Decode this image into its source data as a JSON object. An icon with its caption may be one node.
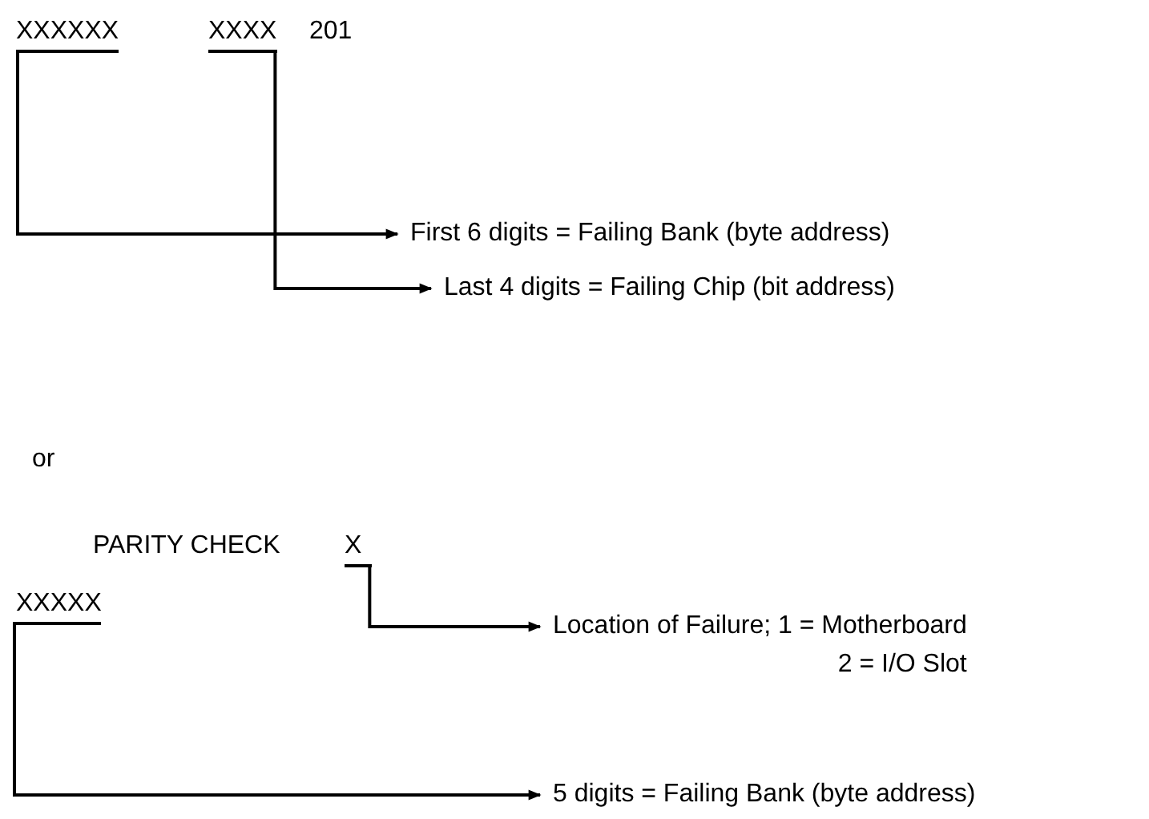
{
  "diagram": {
    "nodes": [
      {
        "text": [
          "XXXXXX"
        ]
      },
      {
        "text": [
          "XXXX"
        ]
      },
      {
        "text": [
          "First 6 digits = Failing Bank (byte address)"
        ]
      },
      {
        "text": [
          "Last 4 digits = Failing Chip (bit address)"
        ]
      },
      {
        "text": [
          "X"
        ]
      },
      {
        "text": [
          "Location of Failure; 1 = Motherboard",
          "2 = I/O Slot"
        ]
      },
      {
        "text": [
          "XXXXX"
        ]
      },
      {
        "text": [
          "5 digits = Failing Bank (byte address)"
        ]
      }
    ],
    "edges": [
      {
        "from": 0,
        "to": 2,
        "arrow": "to"
      },
      {
        "from": 1,
        "to": 3,
        "arrow": "to"
      },
      {
        "from": 4,
        "to": 5,
        "arrow": "to"
      },
      {
        "from": 6,
        "to": 7,
        "arrow": "to"
      }
    ],
    "labels": [
      "201",
      "or",
      "PARITY CHECK"
    ]
  }
}
